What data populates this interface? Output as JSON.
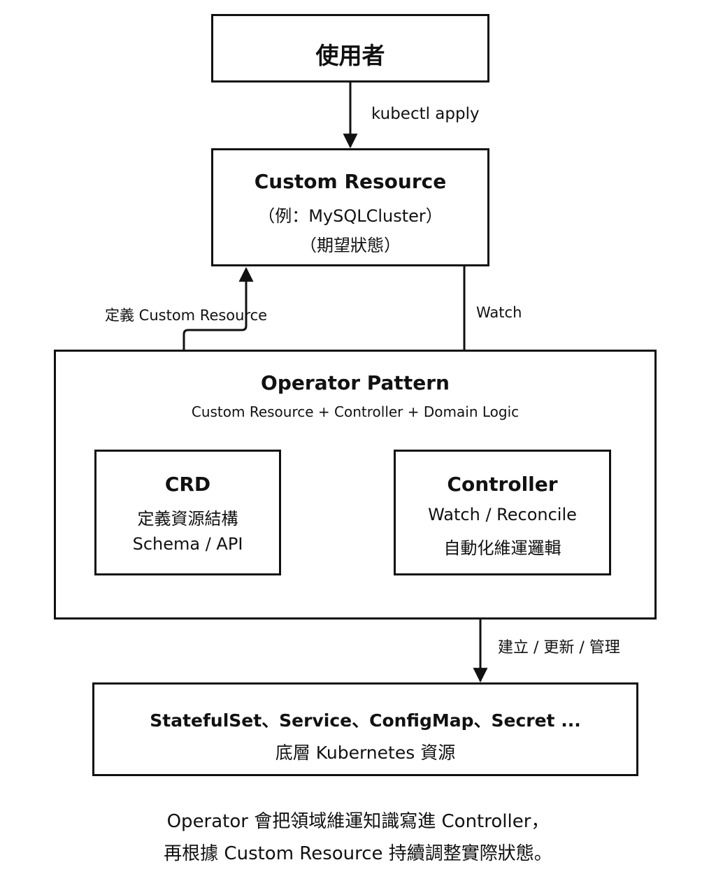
{
  "user_box": {
    "title": "使用者"
  },
  "edge_apply": {
    "label": "kubectl apply"
  },
  "cr_box": {
    "title": "Custom Resource",
    "line1": "（例：MySQLCluster）",
    "line2": "（期望狀態）"
  },
  "edge_define": {
    "label": "定義 Custom Resource"
  },
  "edge_watch": {
    "label": "Watch"
  },
  "operator_box": {
    "title": "Operator Pattern",
    "subtitle": "Custom Resource + Controller + Domain Logic"
  },
  "crd_box": {
    "title": "CRD",
    "line1": "定義資源結構",
    "line2": "Schema / API"
  },
  "controller_box": {
    "title": "Controller",
    "line1": "Watch / Reconcile",
    "line2": "自動化維運邏輯"
  },
  "edge_manage": {
    "label": "建立 / 更新 / 管理"
  },
  "resources_box": {
    "line1": "StatefulSet、Service、ConfigMap、Secret ...",
    "line2": "底層 Kubernetes 資源"
  },
  "caption": {
    "line1": "Operator 會把領域維運知識寫進 Controller，",
    "line2": "再根據 Custom Resource 持續調整實際狀態。"
  }
}
